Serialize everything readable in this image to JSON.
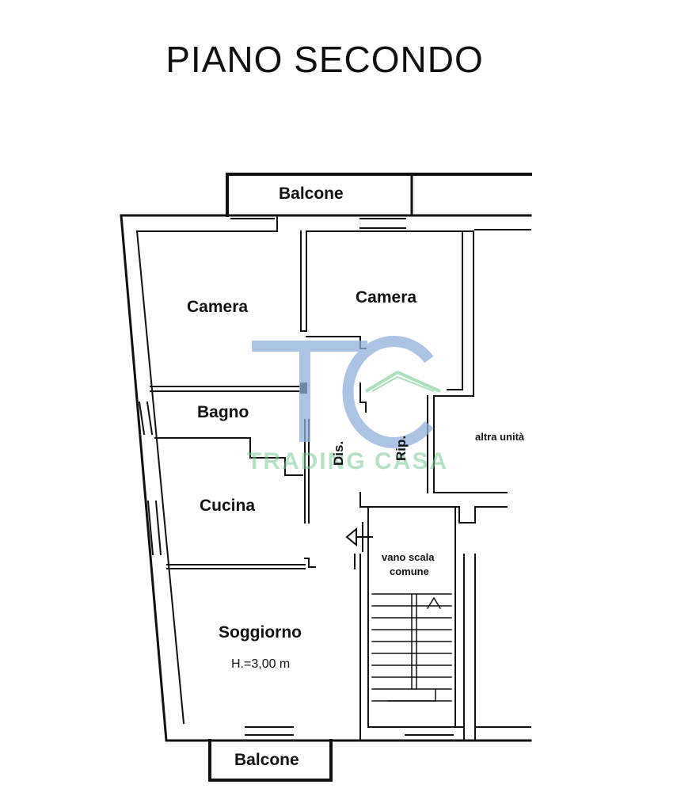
{
  "title": "PIANO SECONDO",
  "rooms": {
    "balcone_top": "Balcone",
    "camera_left": "Camera",
    "camera_right": "Camera",
    "bagno": "Bagno",
    "cucina": "Cucina",
    "soggiorno": "Soggiorno",
    "height": "H.=3,00 m",
    "dis": "Dis.",
    "rip": "Rip.",
    "altra_unita": "altra unità",
    "vano_scala_line1": "vano scala",
    "vano_scala_line2": "comune",
    "balcone_bottom": "Balcone"
  },
  "watermark": {
    "letters": "TC",
    "text": "TRADING CASA",
    "colors": {
      "letters": "#8fb0dc",
      "text": "#8fd6a8"
    }
  }
}
